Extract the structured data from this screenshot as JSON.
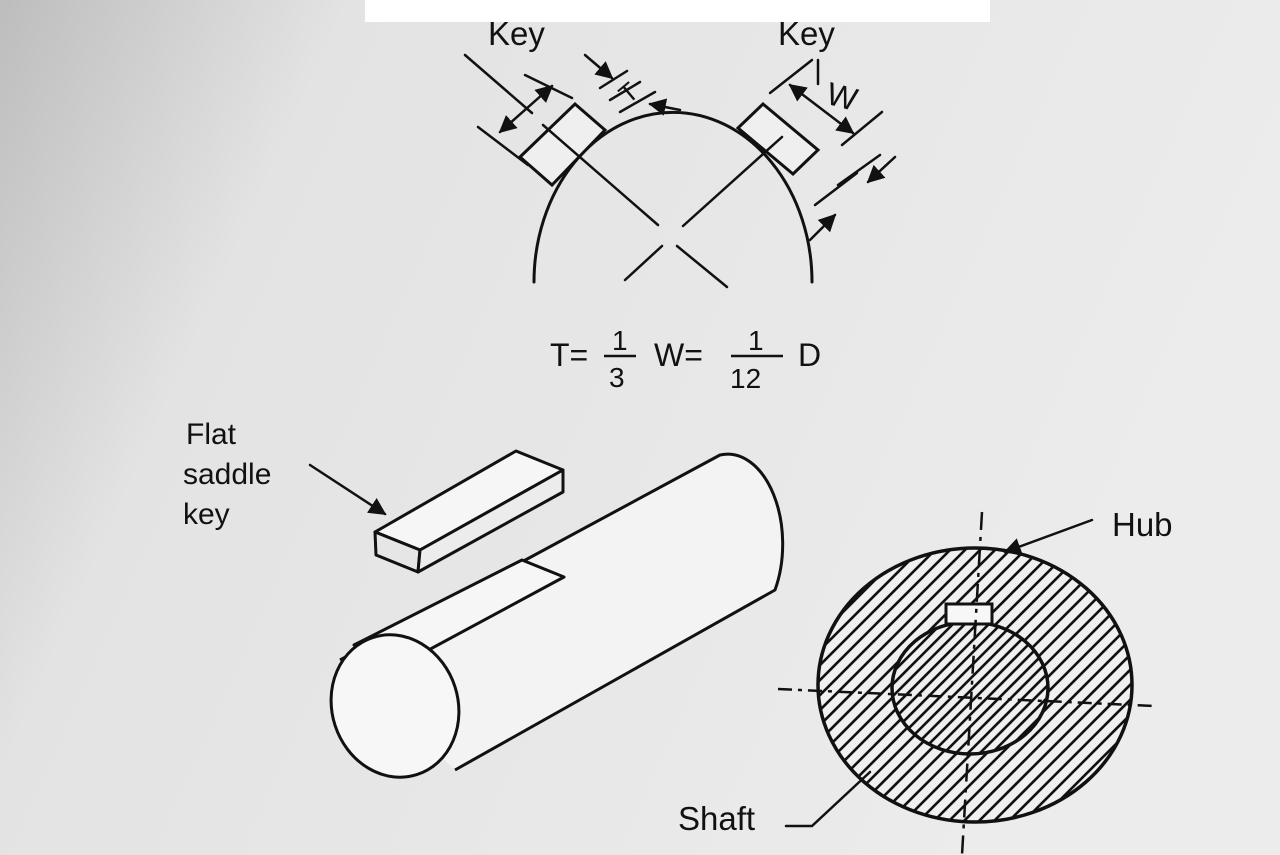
{
  "diagram": {
    "top": {
      "key_left_label": "Key",
      "key_right_label": "Key",
      "t_label": "T",
      "w_label": "W"
    },
    "formula": {
      "t_prefix": "T=",
      "t_num": "1",
      "t_den": "3",
      "w_prefix": "W=",
      "w_num": "1",
      "w_den": "12",
      "suffix": "D"
    },
    "saddle": {
      "label_line1": "Flat",
      "label_line2": "saddle",
      "label_line3": "key"
    },
    "section": {
      "hub_label": "Hub",
      "shaft_label": "Shaft"
    }
  }
}
